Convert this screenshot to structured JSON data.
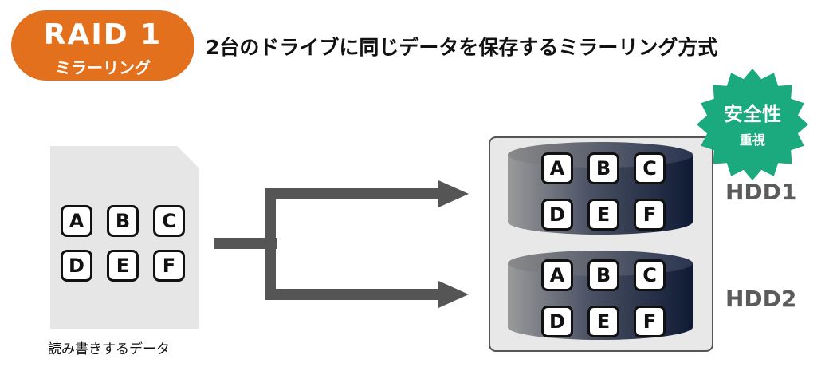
{
  "badge": {
    "title": "RAID 1",
    "subtitle": "ミラーリング"
  },
  "headline": "2台のドライブに同じデータを保存するミラーリング方式",
  "source": {
    "label": "読み書きするデータ",
    "blocks": [
      "A",
      "B",
      "C",
      "D",
      "E",
      "F"
    ]
  },
  "drives": [
    {
      "label": "HDD1",
      "blocks": [
        "A",
        "B",
        "C",
        "D",
        "E",
        "F"
      ]
    },
    {
      "label": "HDD2",
      "blocks": [
        "A",
        "B",
        "C",
        "D",
        "E",
        "F"
      ]
    }
  ],
  "callout": {
    "line1": "安全性",
    "line2": "重視"
  },
  "colors": {
    "badge": "#e2701c",
    "callout": "#1aaa7e",
    "arrow": "#555555",
    "drive_label": "#5b5b5b",
    "file_bg": "#e6e6e6"
  }
}
